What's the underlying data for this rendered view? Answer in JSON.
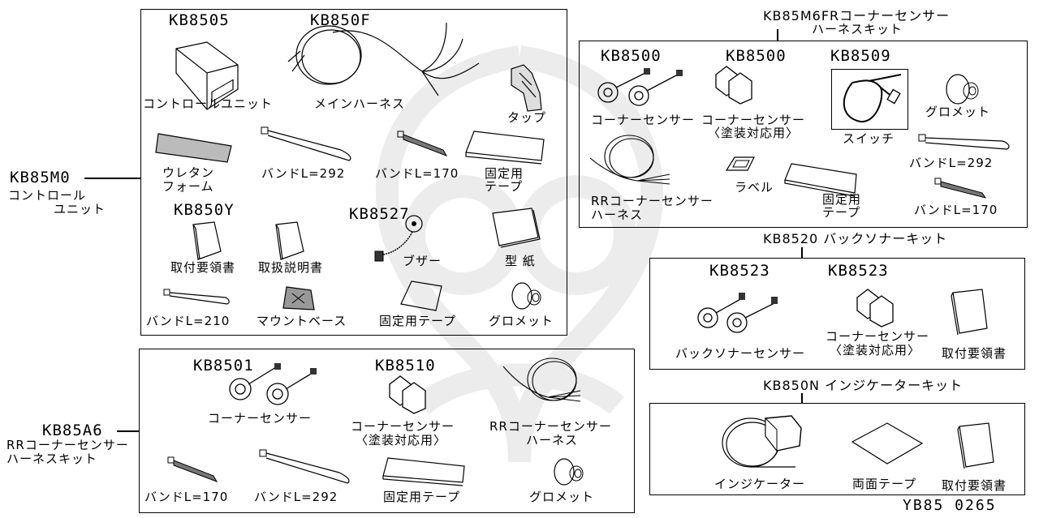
{
  "figure_code": "YB85 0265",
  "kits": {
    "control_unit": {
      "part_no": "KB85M0",
      "name_l1": "コントロール",
      "name_l2": "ユニット",
      "items": [
        {
          "part_no": "KB8505",
          "label": "コントロールユニット"
        },
        {
          "part_no": "KB850F",
          "label": "メインハーネス"
        },
        {
          "label": "タップ"
        },
        {
          "label_l1": "ウレタン",
          "label_l2": "フォーム"
        },
        {
          "label": "バンドL=292"
        },
        {
          "label": "バンドL=170"
        },
        {
          "label_l1": "固定用",
          "label_l2": "テープ"
        },
        {
          "part_no": "KB850Y",
          "label": "取付要領書"
        },
        {
          "label": "取扱説明書"
        },
        {
          "part_no": "KB8527",
          "label": "ブザー"
        },
        {
          "label": "型 紙"
        },
        {
          "label": "バンドL=210"
        },
        {
          "label": "マウントベース"
        },
        {
          "label": "固定用テープ"
        },
        {
          "label": "グロメット"
        }
      ]
    },
    "rr_harness": {
      "part_no": "KB85A6",
      "name_l1": "RRコーナーセンサー",
      "name_l2": "ハーネスキット",
      "items": [
        {
          "part_no": "KB8501",
          "label": "コーナーセンサー"
        },
        {
          "part_no": "KB8510",
          "label_l1": "コーナーセンサー",
          "label_l2": "〈塗装対応用〉"
        },
        {
          "label_l1": "RRコーナーセンサー",
          "label_l2": "ハーネス"
        },
        {
          "label": "バンドL=170"
        },
        {
          "label": "バンドL=292"
        },
        {
          "label": "固定用テープ"
        },
        {
          "label": "グロメット"
        }
      ]
    },
    "fr_harness": {
      "part_no_l1": "KB85M6FRコーナーセンサー",
      "name_l2": "ハーネスキット",
      "items": [
        {
          "part_no": "KB8500",
          "label": "コーナーセンサー"
        },
        {
          "part_no": "KB8500",
          "label_l1": "コーナーセンサー",
          "label_l2": "〈塗装対応用〉"
        },
        {
          "part_no": "KB8509",
          "label": "スイッチ"
        },
        {
          "label": "グロメット"
        },
        {
          "label_l1": "RRコーナーセンサー",
          "label_l2": "ハーネス"
        },
        {
          "label": "ラベル"
        },
        {
          "label_l1": "固定用",
          "label_l2": "テープ"
        },
        {
          "label": "バンドL=292"
        },
        {
          "label": "バンドL=170"
        }
      ]
    },
    "back_sonar": {
      "title": "KB8520 バックソナーキット",
      "items": [
        {
          "part_no": "KB8523",
          "label": "バックソナーセンサー"
        },
        {
          "part_no": "KB8523",
          "label_l1": "コーナーセンサー",
          "label_l2": "〈塗装対応用〉"
        },
        {
          "label": "取付要領書"
        }
      ]
    },
    "indicator": {
      "title": "KB850N インジケーターキット",
      "items": [
        {
          "label": "インジケーター"
        },
        {
          "label": "両面テープ"
        },
        {
          "label": "取付要領書"
        }
      ]
    }
  }
}
